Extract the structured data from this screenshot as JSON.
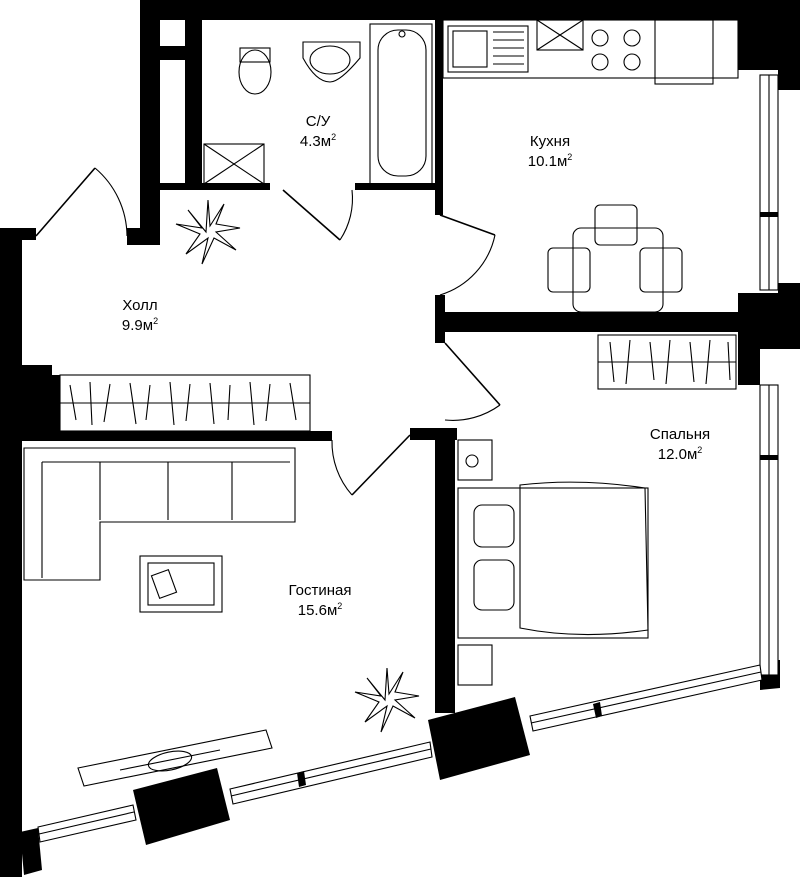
{
  "plan": {
    "rooms": [
      {
        "id": "bathroom",
        "name": "С/У",
        "area": "4.3",
        "unit": "м",
        "unit_sup": "2"
      },
      {
        "id": "kitchen",
        "name": "Кухня",
        "area": "10.1",
        "unit": "м",
        "unit_sup": "2"
      },
      {
        "id": "hall",
        "name": "Холл",
        "area": "9.9",
        "unit": "м",
        "unit_sup": "2"
      },
      {
        "id": "bedroom",
        "name": "Спальня",
        "area": "12.0",
        "unit": "м",
        "unit_sup": "2"
      },
      {
        "id": "living",
        "name": "Гостиная",
        "area": "15.6",
        "unit": "м",
        "unit_sup": "2"
      }
    ]
  }
}
